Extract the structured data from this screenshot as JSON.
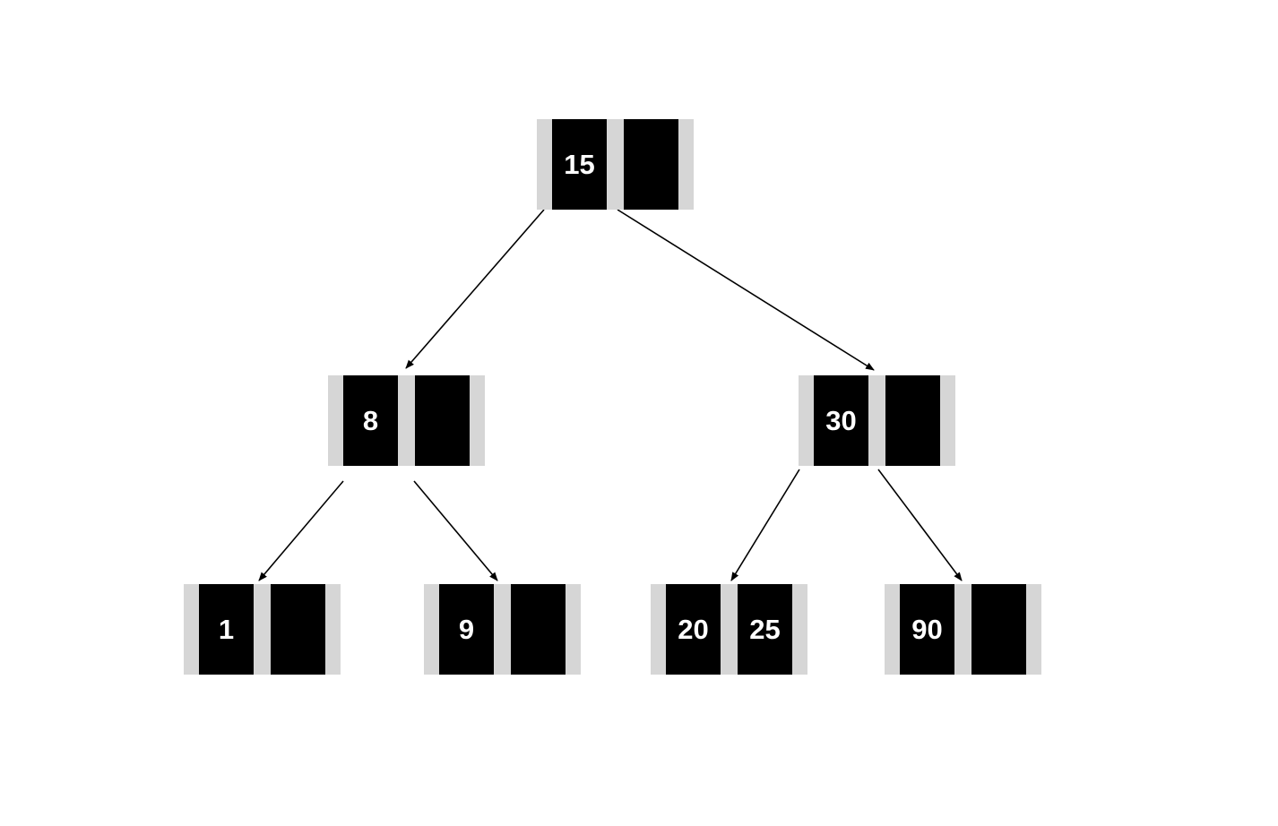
{
  "diagram": {
    "type": "b-tree",
    "colors": {
      "key_cell": "#000000",
      "node_padding": "#d6d6d6",
      "key_text": "#ffffff",
      "edge": "#000000"
    },
    "nodes": {
      "root": {
        "keys": [
          "15",
          ""
        ]
      },
      "left": {
        "keys": [
          "8",
          ""
        ]
      },
      "right": {
        "keys": [
          "30",
          ""
        ]
      },
      "leaf1": {
        "keys": [
          "1",
          ""
        ]
      },
      "leaf2": {
        "keys": [
          "9",
          ""
        ]
      },
      "leaf3": {
        "keys": [
          "20",
          "25"
        ]
      },
      "leaf4": {
        "keys": [
          "90",
          ""
        ]
      }
    },
    "edges": [
      {
        "from": "root",
        "to": "left"
      },
      {
        "from": "root",
        "to": "right"
      },
      {
        "from": "left",
        "to": "leaf1"
      },
      {
        "from": "left",
        "to": "leaf2"
      },
      {
        "from": "right",
        "to": "leaf3"
      },
      {
        "from": "right",
        "to": "leaf4"
      }
    ]
  }
}
